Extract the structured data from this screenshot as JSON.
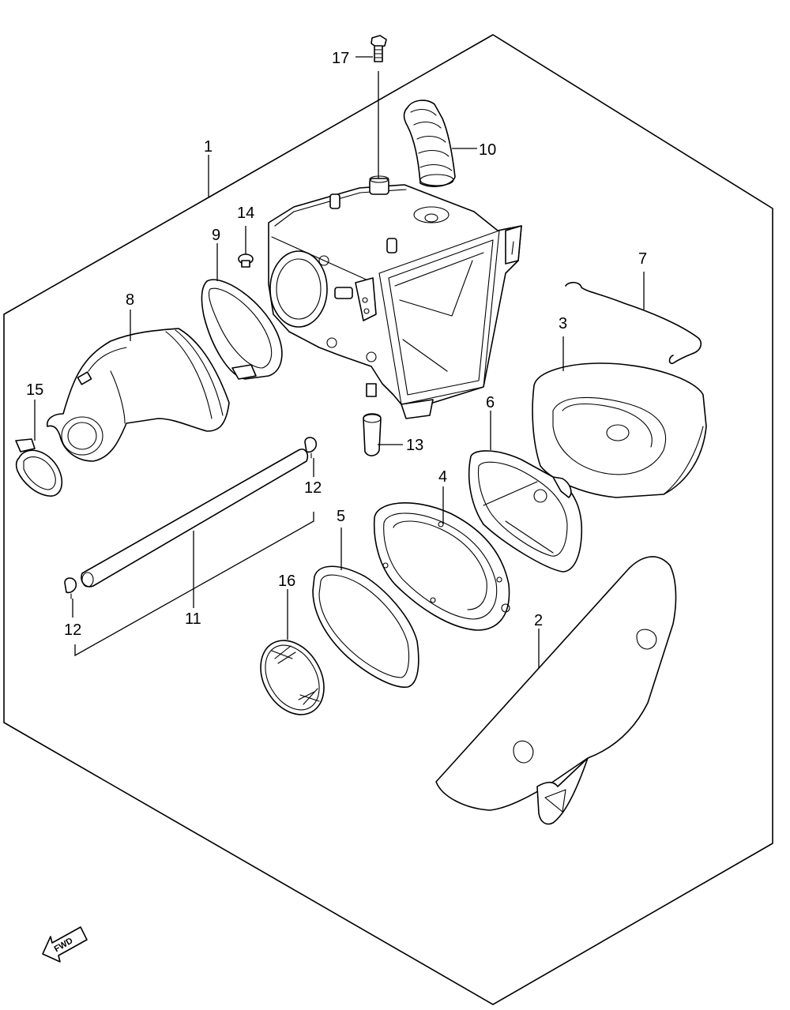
{
  "diagram": {
    "callouts": {
      "c1": "1",
      "c2": "2",
      "c3": "3",
      "c4": "4",
      "c5": "5",
      "c6": "6",
      "c7": "7",
      "c8": "8",
      "c9": "9",
      "c10": "10",
      "c11": "11",
      "c12a": "12",
      "c12b": "12",
      "c13": "13",
      "c14": "14",
      "c15": "15",
      "c16": "16",
      "c17": "17"
    },
    "direction_label": "FWD"
  }
}
